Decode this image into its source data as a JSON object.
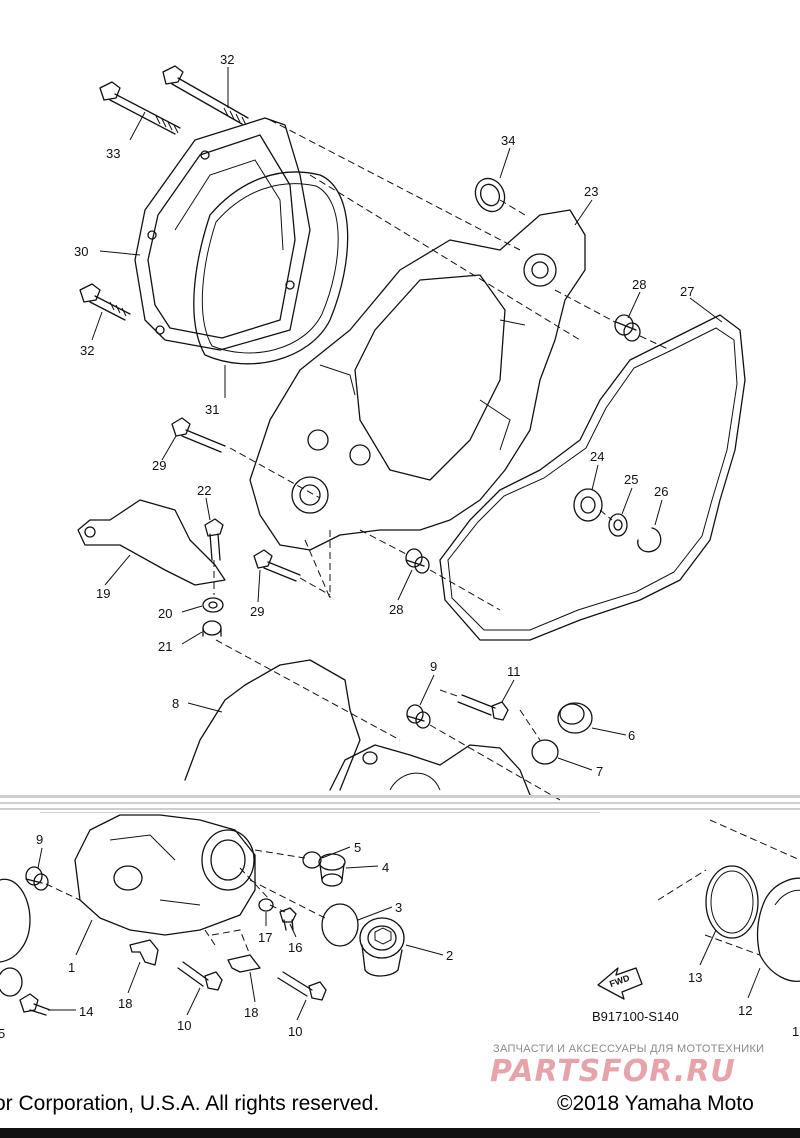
{
  "diagram": {
    "code": "B917100-S140",
    "fwd_label": "FWD",
    "callouts_top": [
      "32",
      "33",
      "30",
      "32",
      "31",
      "34",
      "23",
      "28",
      "27",
      "29",
      "22",
      "19",
      "20",
      "21",
      "29",
      "24",
      "25",
      "26",
      "28",
      "8",
      "9",
      "11",
      "6",
      "7"
    ],
    "callouts_bottom": [
      "9",
      "5",
      "4",
      "3",
      "2",
      "17",
      "16",
      "1",
      "18",
      "18",
      "10",
      "10",
      "14",
      "5",
      "13",
      "12",
      "1"
    ]
  },
  "footer": {
    "left": "or Corporation, U.S.A. All rights reserved.",
    "right": "©2018 Yamaha Moto"
  },
  "watermark": {
    "tagline": "ЗАПЧАСТИ И АКСЕССУАРЫ ДЛЯ МОТОТЕХНИКИ",
    "brand": "PARTSFOR.RU"
  }
}
